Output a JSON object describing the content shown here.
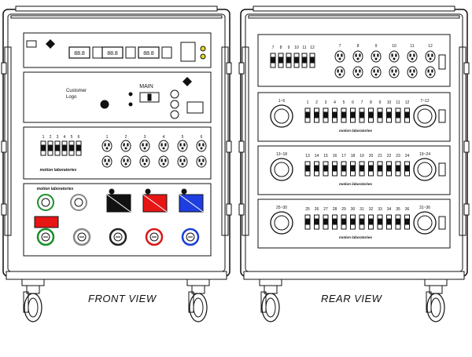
{
  "labels": {
    "front_view": "FRONT VIEW",
    "rear_view": "REAR  VIEW"
  },
  "front": {
    "customer_logo": "Customer\nLogo",
    "main": "MAIN",
    "brand": "motion laboratories",
    "outlet_numbers": [
      "1",
      "2",
      "3",
      "4",
      "5",
      "6"
    ],
    "breaker_numbers": [
      "1",
      "2",
      "3",
      "4",
      "5",
      "6"
    ],
    "connector_colors": [
      "#1a8f2a",
      "#888888",
      "#222222",
      "#d81818",
      "#1a3fd8"
    ],
    "square_colors": [
      "#111111",
      "#e81515",
      "#1e3ee0"
    ]
  },
  "rear": {
    "top_breaker_numbers": [
      "7",
      "8",
      "9",
      "10",
      "11",
      "12"
    ],
    "top_outlet_numbers": [
      "7",
      "8",
      "9",
      "10",
      "11",
      "12"
    ],
    "sections": [
      {
        "left": "1~6",
        "right": "7~12",
        "numbers": [
          "1",
          "2",
          "3",
          "4",
          "5",
          "6",
          "7",
          "8",
          "9",
          "10",
          "11",
          "12"
        ]
      },
      {
        "left": "13~18",
        "right": "19~24",
        "numbers": [
          "13",
          "14",
          "15",
          "16",
          "17",
          "18",
          "19",
          "20",
          "21",
          "22",
          "23",
          "24"
        ]
      },
      {
        "left": "25~30",
        "right": "31~36",
        "numbers": [
          "25",
          "26",
          "27",
          "28",
          "29",
          "30",
          "31",
          "32",
          "33",
          "34",
          "35",
          "36"
        ]
      }
    ],
    "brand": "motion laboratories"
  }
}
